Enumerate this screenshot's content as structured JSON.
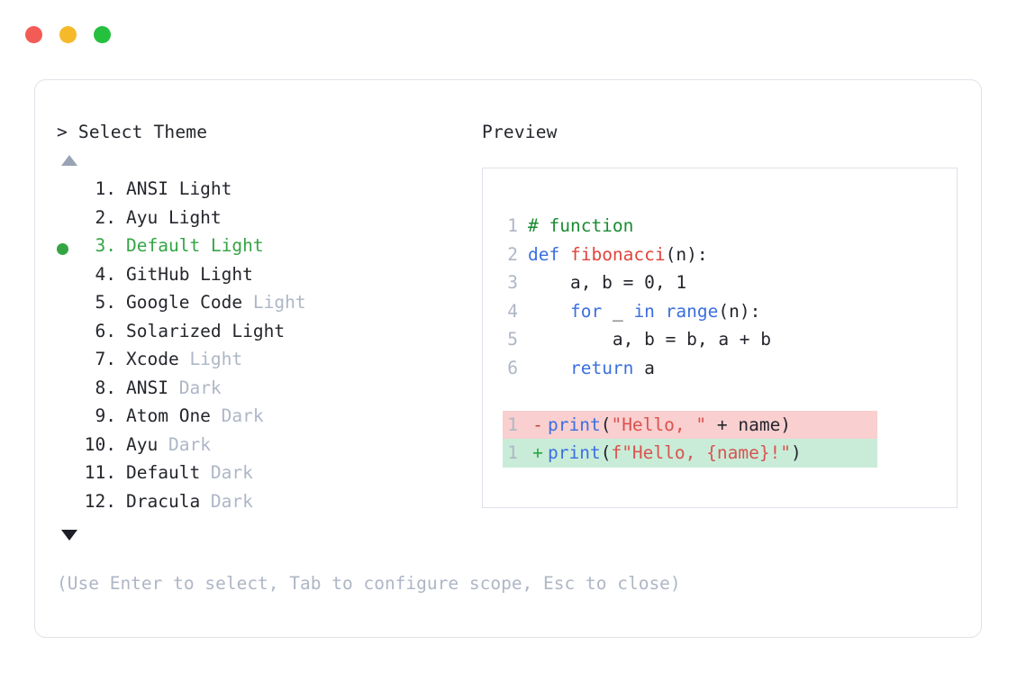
{
  "window": {
    "traffic_lights": [
      {
        "name": "close",
        "color": "#f35b56"
      },
      {
        "name": "minimize",
        "color": "#f6b92a"
      },
      {
        "name": "maximize",
        "color": "#26c03f"
      }
    ]
  },
  "left": {
    "prompt_title": "> Select Theme",
    "scroll_up_icon": "triangle-up-icon",
    "scroll_down_icon": "triangle-down-icon",
    "selected_index": 3,
    "items": [
      {
        "number": "1.",
        "name": "ANSI Light",
        "variant": "",
        "selected": false
      },
      {
        "number": "2.",
        "name": "Ayu Light",
        "variant": "",
        "selected": false
      },
      {
        "number": "3.",
        "name": "Default Light",
        "variant": "",
        "selected": true
      },
      {
        "number": "4.",
        "name": "GitHub Light",
        "variant": "",
        "selected": false
      },
      {
        "number": "5.",
        "name": "Google Code",
        "variant": "Light",
        "selected": false
      },
      {
        "number": "6.",
        "name": "Solarized Light",
        "variant": "",
        "selected": false
      },
      {
        "number": "7.",
        "name": "Xcode",
        "variant": "Light",
        "selected": false
      },
      {
        "number": "8.",
        "name": "ANSI",
        "variant": "Dark",
        "selected": false
      },
      {
        "number": "9.",
        "name": "Atom One",
        "variant": "Dark",
        "selected": false
      },
      {
        "number": "10.",
        "name": "Ayu",
        "variant": "Dark",
        "selected": false
      },
      {
        "number": "11.",
        "name": "Default",
        "variant": "Dark",
        "selected": false
      },
      {
        "number": "12.",
        "name": "Dracula",
        "variant": "Dark",
        "selected": false
      }
    ]
  },
  "hint": "(Use Enter to select, Tab to configure scope, Esc to close)",
  "preview": {
    "title": "Preview",
    "code_lines": [
      {
        "line_no": "1",
        "tokens": [
          {
            "t": "# function",
            "c": "tok-comment"
          }
        ]
      },
      {
        "line_no": "2",
        "tokens": [
          {
            "t": "def ",
            "c": "tok-kw"
          },
          {
            "t": "fibonacci",
            "c": "tok-fn"
          },
          {
            "t": "(n):",
            "c": "tok-plain"
          }
        ]
      },
      {
        "line_no": "3",
        "tokens": [
          {
            "t": "    a, b = 0, 1",
            "c": "tok-plain"
          }
        ]
      },
      {
        "line_no": "4",
        "tokens": [
          {
            "t": "    ",
            "c": "tok-plain"
          },
          {
            "t": "for",
            "c": "tok-kw"
          },
          {
            "t": " _ ",
            "c": "tok-plain"
          },
          {
            "t": "in",
            "c": "tok-kw"
          },
          {
            "t": " ",
            "c": "tok-plain"
          },
          {
            "t": "range",
            "c": "tok-builtin"
          },
          {
            "t": "(n):",
            "c": "tok-plain"
          }
        ]
      },
      {
        "line_no": "5",
        "tokens": [
          {
            "t": "        a, b = b, a + b",
            "c": "tok-plain"
          }
        ]
      },
      {
        "line_no": "6",
        "tokens": [
          {
            "t": "    ",
            "c": "tok-plain"
          },
          {
            "t": "return",
            "c": "tok-kw"
          },
          {
            "t": " a",
            "c": "tok-plain"
          }
        ]
      }
    ],
    "diff_lines": [
      {
        "line_no": "1",
        "sign": "-",
        "kind": "del",
        "tokens": [
          {
            "t": "print",
            "c": "tok-builtin"
          },
          {
            "t": "(",
            "c": "tok-plain"
          },
          {
            "t": "\"Hello, \"",
            "c": "tok-str"
          },
          {
            "t": " + name)",
            "c": "tok-plain"
          }
        ]
      },
      {
        "line_no": "1",
        "sign": "+",
        "kind": "add",
        "tokens": [
          {
            "t": "print",
            "c": "tok-builtin"
          },
          {
            "t": "(",
            "c": "tok-plain"
          },
          {
            "t": "f\"Hello, {name}!\"",
            "c": "tok-str"
          },
          {
            "t": ")",
            "c": "tok-plain"
          }
        ]
      }
    ]
  }
}
